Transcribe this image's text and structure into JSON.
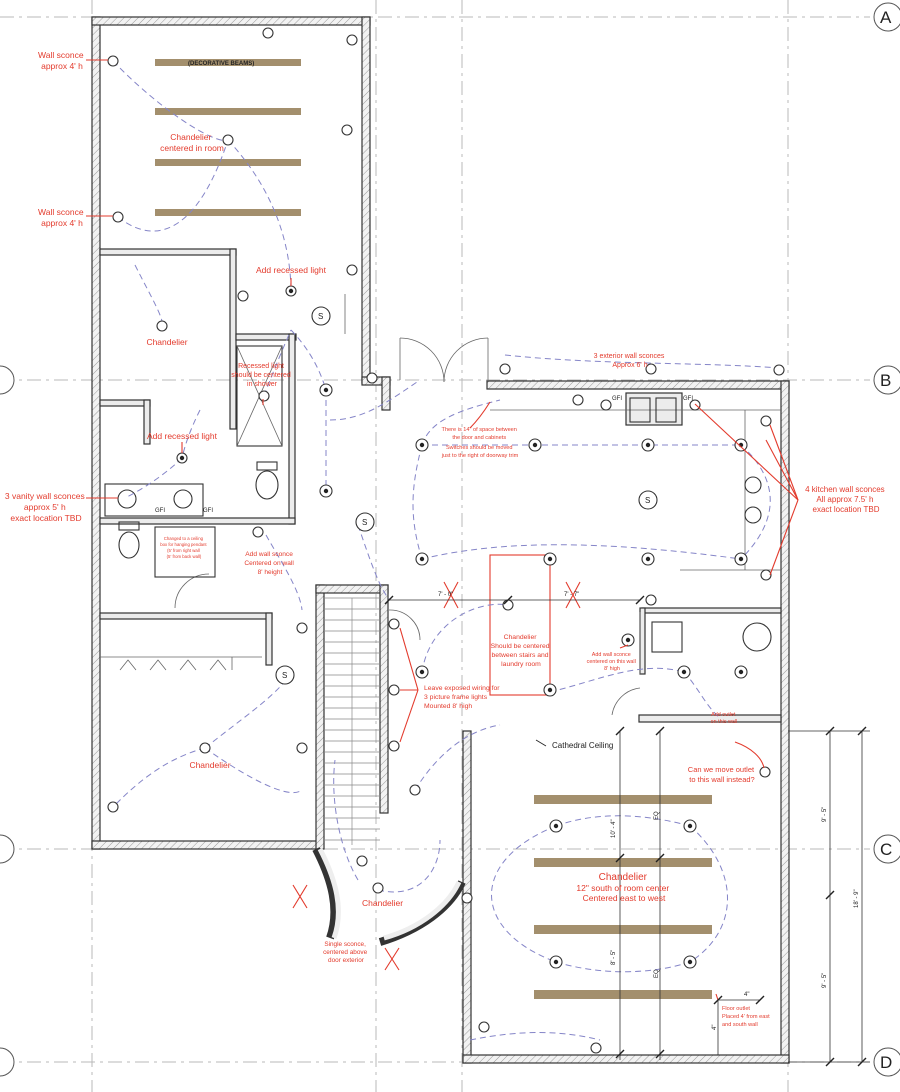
{
  "grid_labels": [
    "A",
    "B",
    "C",
    "D"
  ],
  "beam_label": "(DECORATIVE BEAMS)",
  "switch_symbol": "S",
  "gfi_label": "GFI",
  "notes_black": {
    "cathedral_ceiling": "Cathedral Ceiling",
    "dim_eq": "EQ",
    "dim_10_4": "10' - 4\"",
    "dim_8_5": "8' - 5\"",
    "dim_9_5": "9' - 5\"",
    "dim_18_9": "18' - 9\"",
    "dim_4": "4\"",
    "dim_7_0": "7' - 0\"",
    "dim_7_7": "7' - 7\""
  },
  "annotations": {
    "wall_sconce_1": [
      "Wall sconce",
      "approx 4' h"
    ],
    "wall_sconce_2": [
      "Wall sconce",
      "approx 4' h"
    ],
    "chandelier_room": [
      "Chandelier",
      "centered in room"
    ],
    "add_recessed_1": "Add recessed light",
    "chandelier_left": "Chandelier",
    "recessed_shower": [
      "Recessed light",
      "should be centered",
      "in shower"
    ],
    "add_recessed_2": "Add recessed light",
    "vanity_sconces": [
      "3 vanity wall sconces",
      "approx 5' h",
      "exact location TBD"
    ],
    "changed_ceiling": [
      "Changed to a ceiling",
      "box for hanging pendant",
      "(5' from right wall",
      "(5' from back wall)"
    ],
    "add_wall_sconce": [
      "Add wall sconce",
      "Centered on wall",
      "8' height"
    ],
    "exterior_sconces": [
      "3 exterior wall sconces",
      "Approx 6' h"
    ],
    "space_note": [
      "There is 14\" of space between",
      "the door and cabinets",
      "Switches should be moved",
      "just to the right of doorway trim"
    ],
    "kitchen_sconces": [
      "4 kitchen wall sconces",
      "All approx 7.5' h",
      "exact location TBD"
    ],
    "chandelier_stairs": [
      "Chandelier",
      "Should be centered",
      "between stairs and",
      "laundry room"
    ],
    "laundry_sconce": [
      "Add wall sconce",
      "centered on this wall",
      "8' high"
    ],
    "picture_lights": [
      "Leave exposed wiring for",
      "3 picture frame lights",
      "Mounted 8' high"
    ],
    "add_outlet": [
      "Add outlet",
      "on this wall"
    ],
    "move_outlet": [
      "Can we move outlet",
      "to this wall instead?"
    ],
    "chandelier_living": [
      "Chandelier",
      "12\" south of room center",
      "Centered east to west"
    ],
    "chandelier_entry": "Chandelier",
    "single_sconce": [
      "Single sconce,",
      "centered above",
      "door exterior"
    ],
    "chandelier_bedroom": "Chandelier",
    "floor_outlet": [
      "Floor outlet",
      "Placed 4' from east",
      "and south wall"
    ]
  },
  "colors": {
    "annotation": "#e33b2d",
    "circuit": "#8585c8",
    "beam": "#a38f6d",
    "wall": "#333333",
    "grid": "#b9b9b9"
  }
}
